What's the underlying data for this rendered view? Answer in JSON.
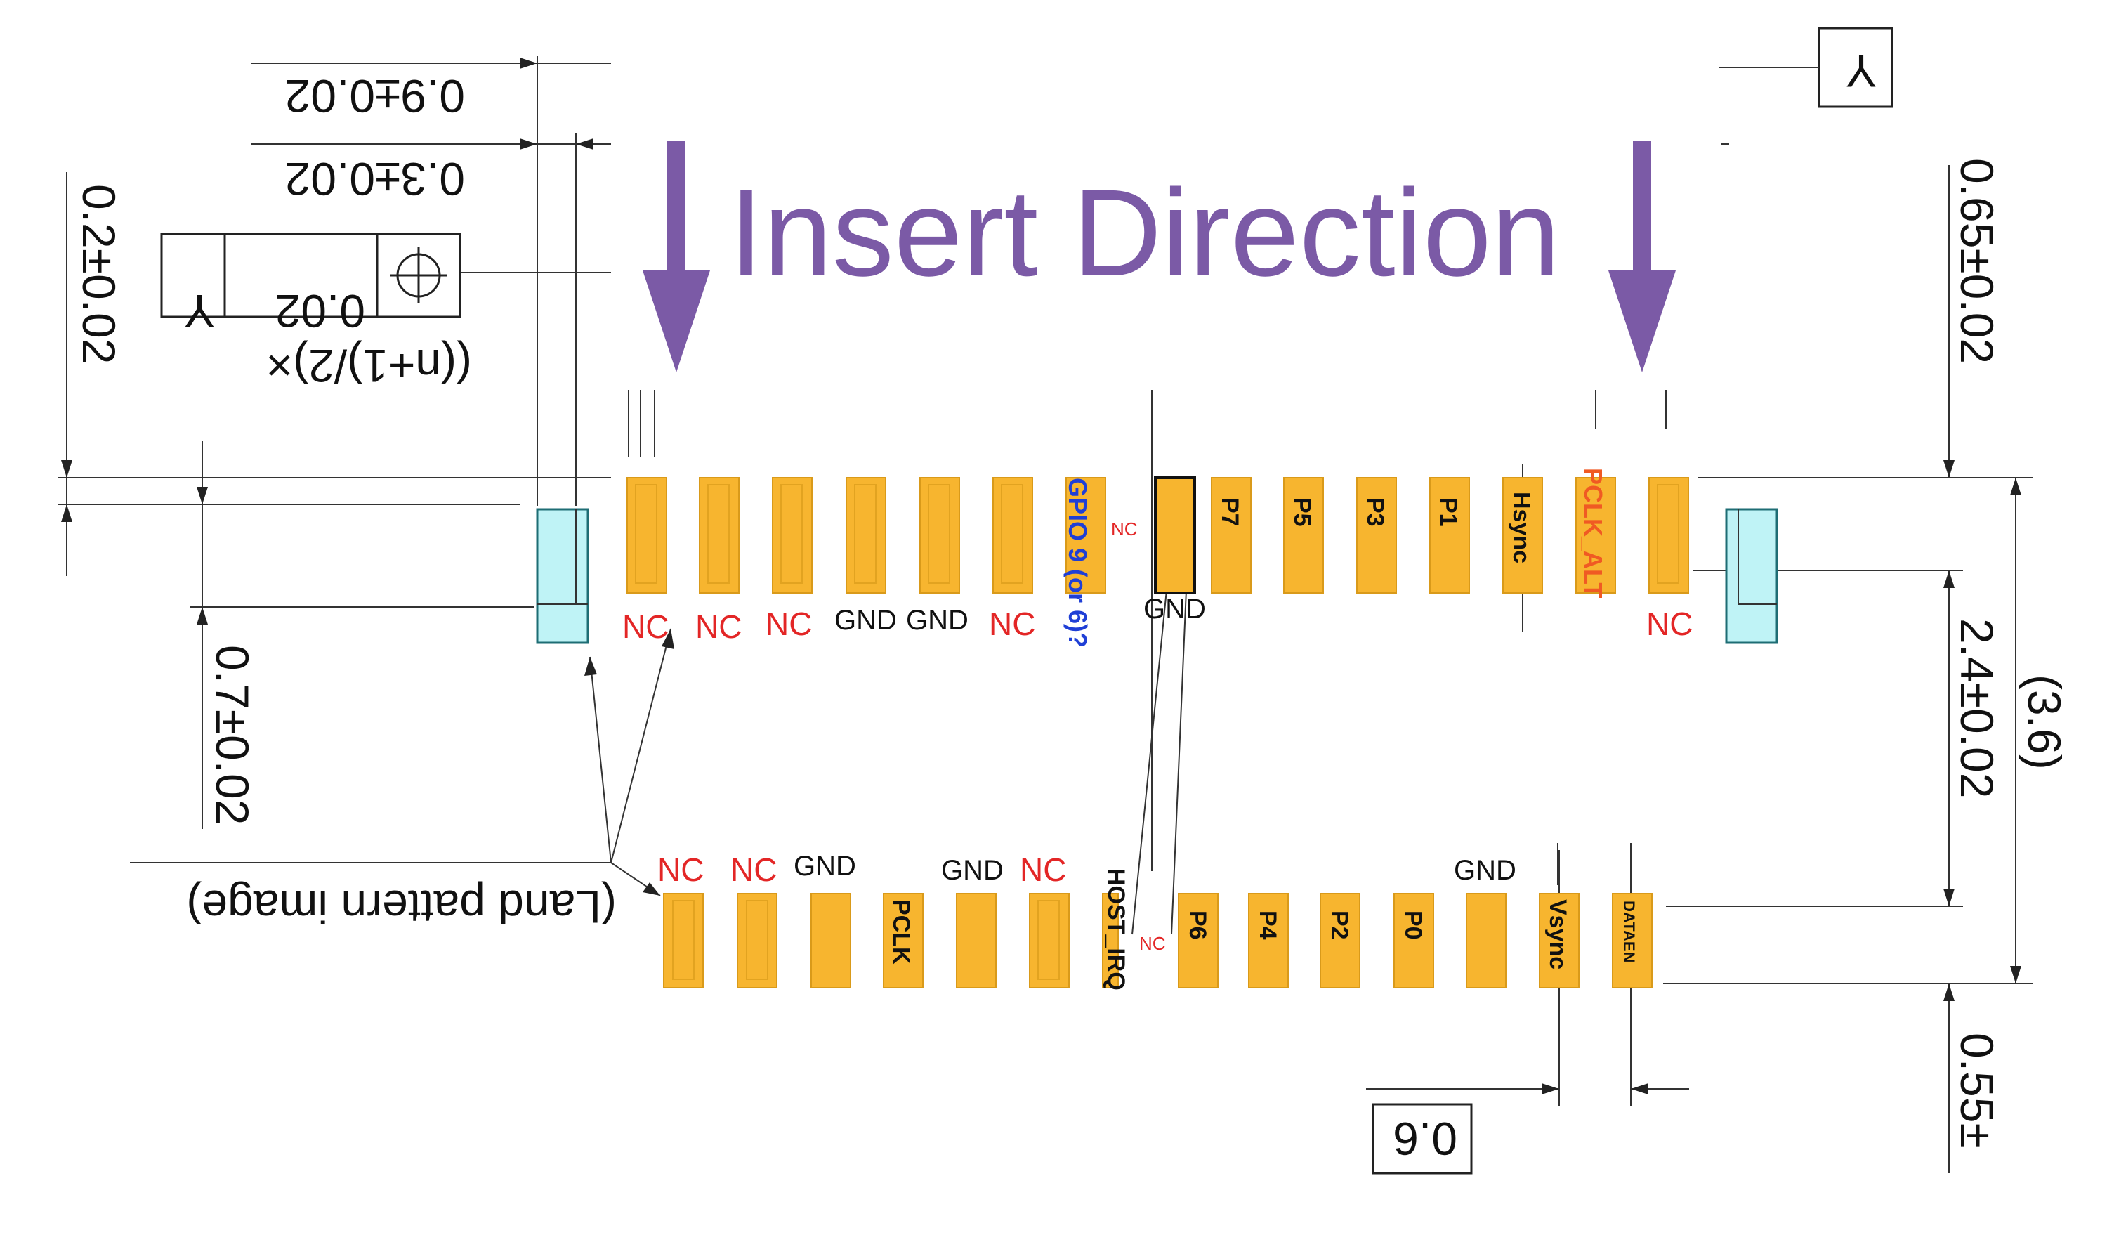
{
  "title": "Insert Direction",
  "colors": {
    "title": "#7b5aa6",
    "arrow": "#7b5aa6",
    "pad": "#f7b52f",
    "land": "#bff3f6",
    "nc": "#e32626",
    "gpio": "#1f3fd6",
    "pclk_alt": "#f05a23"
  },
  "dimensions": {
    "d_09": "0.9±0.02",
    "d_03": "0.3±0.02",
    "tol_value": "0.02",
    "tol_datum": "Y",
    "tol_symbol": "position-icon",
    "n_formula": "((n+1)/2)×",
    "d_02": "0.2±0.02",
    "d_07": "0.7±0.02",
    "land_pattern": "(Land pattern image)",
    "datum_y": "Y",
    "d_065": "0.65±0.02",
    "d_24": "2.4±0.02",
    "d_36": "(3.6)",
    "d_055": "0.55±",
    "d_06": "0.6"
  },
  "top_row": {
    "pins_under": [
      "NC",
      "NC",
      "NC",
      "GND",
      "GND",
      "NC"
    ],
    "gpio": "GPIO 9 (or 6)?",
    "nc_small": "NC",
    "gnd_center": "GND",
    "signals": [
      "P7",
      "P5",
      "P3",
      "P1",
      "Hsync"
    ],
    "pclk_alt": "PCLK_ALT",
    "last_nc": "NC"
  },
  "bottom_row": {
    "labels_above": [
      "NC",
      "NC",
      "GND",
      "GND",
      "NC",
      "GND"
    ],
    "pclk": "PCLK",
    "host_irq": "HOST_IRQ",
    "nc_small": "NC",
    "signals": [
      "P6",
      "P4",
      "P2",
      "P0"
    ],
    "vsync": "Vsync",
    "dataen": "DATAEN"
  }
}
